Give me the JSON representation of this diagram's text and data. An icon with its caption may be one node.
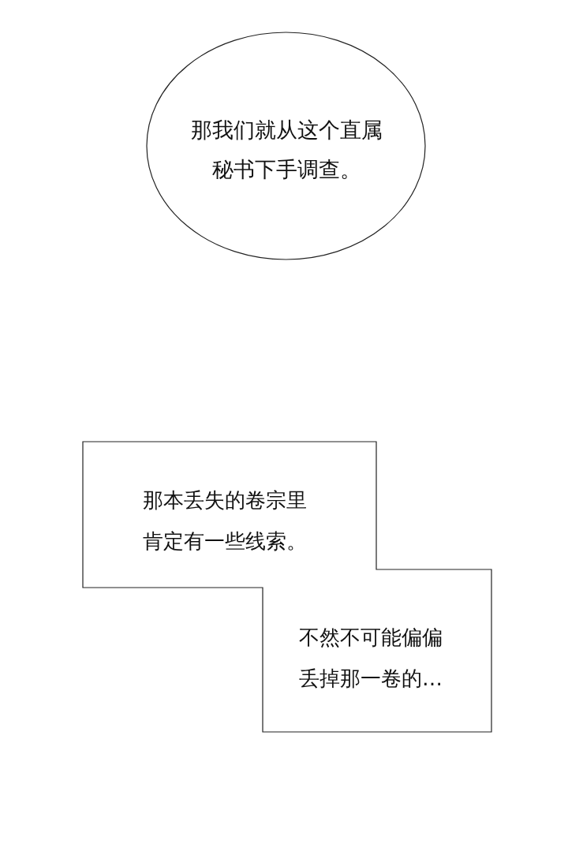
{
  "diagram": {
    "nodes": [
      {
        "text": [
          "那我们就从这个直属秘书下手调查。"
        ]
      },
      {
        "text": [
          "那本丢失的卷宗里肯定有一些线索。",
          "不然不可能偏偏丢掉那一卷的…"
        ]
      }
    ]
  }
}
